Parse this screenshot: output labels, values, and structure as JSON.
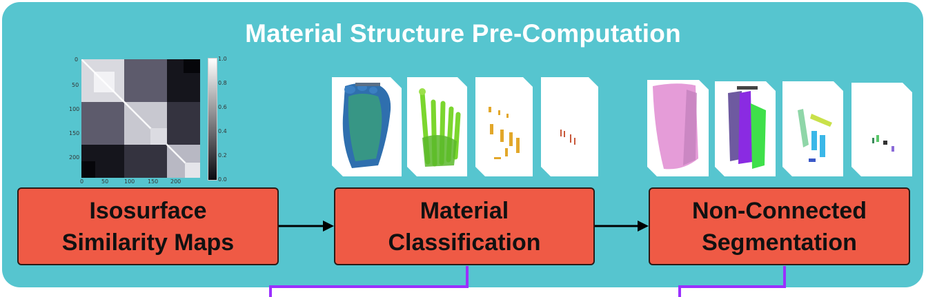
{
  "diagram": {
    "title": "Material Structure Pre-Computation",
    "steps": [
      {
        "line1": "Isosurface",
        "line2": "Similarity Maps"
      },
      {
        "line1": "Material",
        "line2": "Classification"
      },
      {
        "line1": "Non-Connected",
        "line2": "Segmentation"
      }
    ],
    "heatmap": {
      "y_ticks": [
        "0",
        "50",
        "100",
        "150",
        "200"
      ],
      "x_ticks": [
        "0",
        "50",
        "100",
        "150",
        "200"
      ],
      "colorbar_ticks": [
        "1.0",
        "0.8",
        "0.6",
        "0.4",
        "0.2",
        "0.0"
      ]
    },
    "colors": {
      "panel": "#56c5cf",
      "box": "#ef5a45",
      "connector": "#9b30ff"
    }
  }
}
